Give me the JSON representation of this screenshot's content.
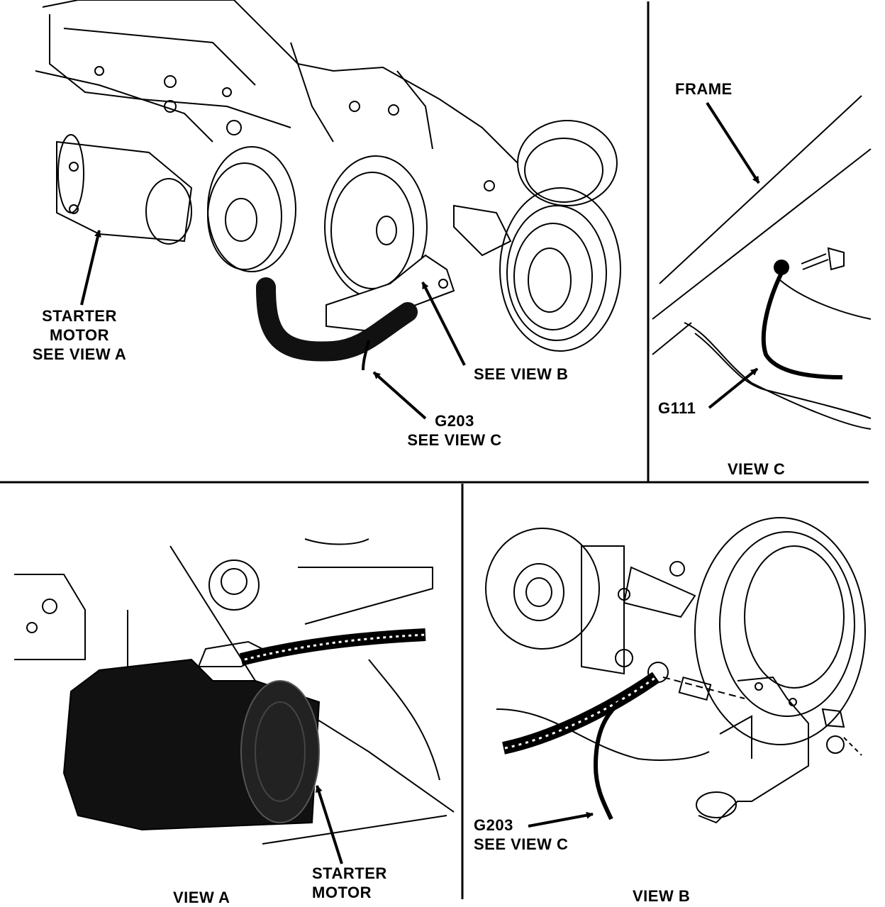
{
  "overview": {
    "starter_label": [
      "STARTER",
      "MOTOR",
      "SEE VIEW A"
    ],
    "see_view_b": "SEE VIEW B",
    "g203_label": [
      "G203",
      "SEE VIEW C"
    ]
  },
  "view_c": {
    "frame_label": "FRAME",
    "ground_label": "G111",
    "caption": "VIEW C"
  },
  "view_a": {
    "starter_label": [
      "STARTER",
      "MOTOR"
    ],
    "caption": "VIEW A"
  },
  "view_b": {
    "ground_label": [
      "G203",
      "SEE VIEW C"
    ],
    "caption": "VIEW B"
  }
}
